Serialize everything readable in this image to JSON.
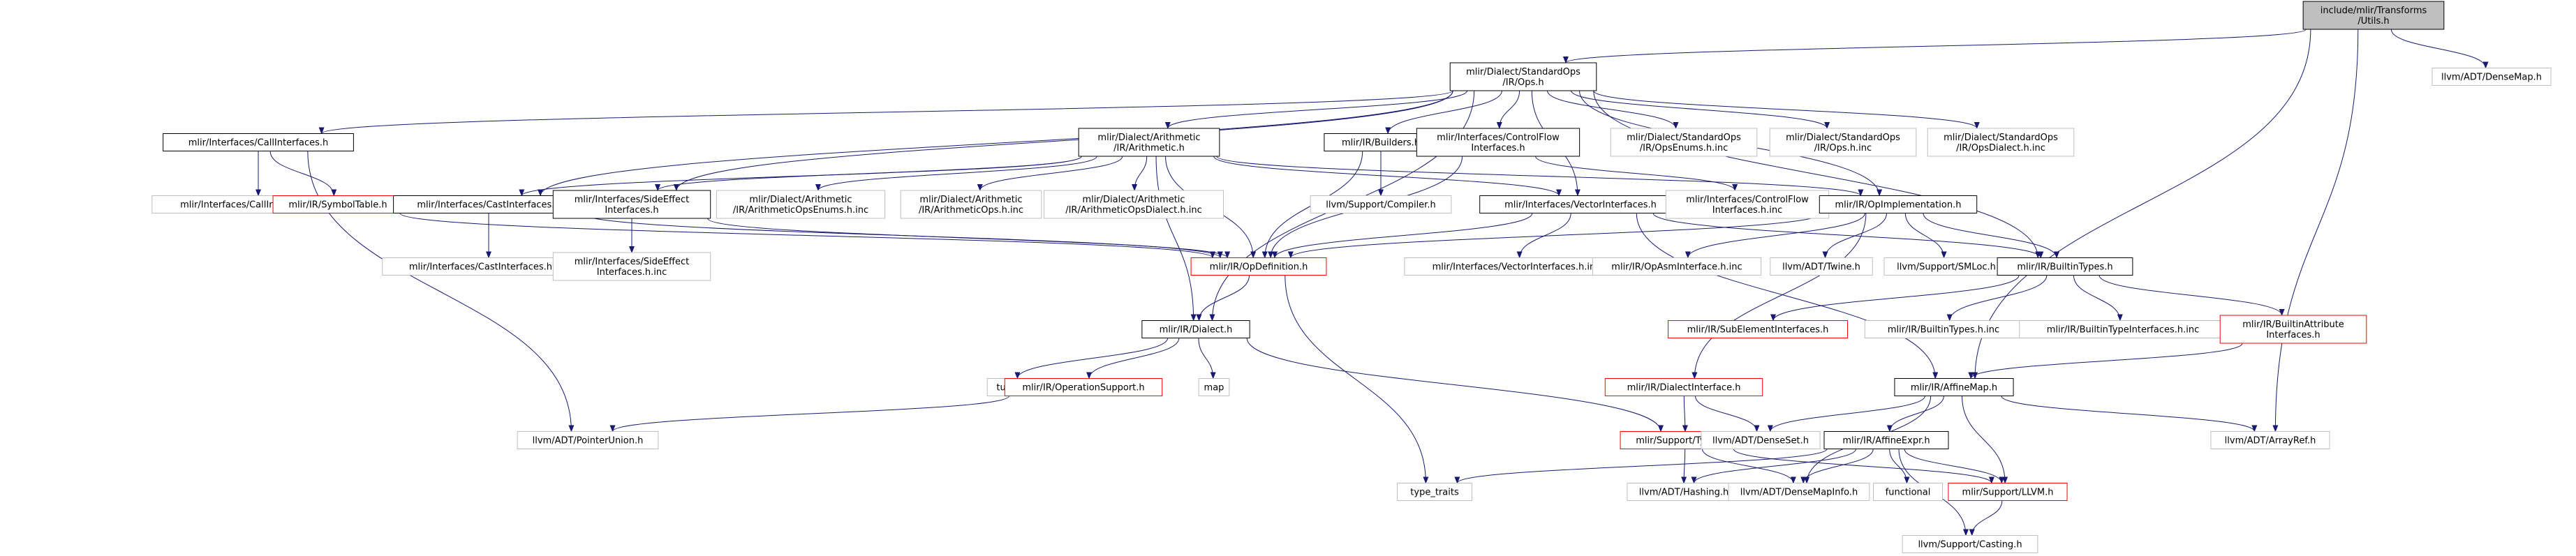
{
  "colors": {
    "edge": "#191970",
    "header_fill": "#bfbfbf",
    "solid_border": "#000000",
    "gray_border": "#bfbfbf",
    "red_border": "#ff0000",
    "text": "#000000",
    "background": "#ffffff"
  },
  "nodes": [
    {
      "id": "utils_h",
      "lines": [
        "include/mlir/Transforms",
        "/Utils.h"
      ],
      "style": "header"
    },
    {
      "id": "densemap",
      "lines": [
        "llvm/ADT/DenseMap.h"
      ],
      "style": "gray"
    },
    {
      "id": "ops_h",
      "lines": [
        "mlir/Dialect/StandardOps",
        "/IR/Ops.h"
      ],
      "style": "solid"
    },
    {
      "id": "callif",
      "lines": [
        "mlir/Interfaces/CallInterfaces.h"
      ],
      "style": "solid"
    },
    {
      "id": "arith_h",
      "lines": [
        "mlir/Dialect/Arithmetic",
        "/IR/Arithmetic.h"
      ],
      "style": "solid"
    },
    {
      "id": "builders",
      "lines": [
        "mlir/IR/Builders.h"
      ],
      "style": "solid"
    },
    {
      "id": "cfif",
      "lines": [
        "mlir/Interfaces/ControlFlow",
        "Interfaces.h"
      ],
      "style": "solid"
    },
    {
      "id": "opsenums_inc",
      "lines": [
        "mlir/Dialect/StandardOps",
        "/IR/OpsEnums.h.inc"
      ],
      "style": "gray"
    },
    {
      "id": "ops_inc",
      "lines": [
        "mlir/Dialect/StandardOps",
        "/IR/Ops.h.inc"
      ],
      "style": "gray"
    },
    {
      "id": "opsdialect_inc",
      "lines": [
        "mlir/Dialect/StandardOps",
        "/IR/OpsDialect.h.inc"
      ],
      "style": "gray"
    },
    {
      "id": "callif_inc",
      "lines": [
        "mlir/Interfaces/CallInterfaces.h.inc"
      ],
      "style": "gray"
    },
    {
      "id": "symtab",
      "lines": [
        "mlir/IR/SymbolTable.h"
      ],
      "style": "red"
    },
    {
      "id": "castif",
      "lines": [
        "mlir/Interfaces/CastInterfaces.h"
      ],
      "style": "solid"
    },
    {
      "id": "sideeff",
      "lines": [
        "mlir/Interfaces/SideEffect",
        "Interfaces.h"
      ],
      "style": "solid"
    },
    {
      "id": "arith_enums_inc",
      "lines": [
        "mlir/Dialect/Arithmetic",
        "/IR/ArithmeticOpsEnums.h.inc"
      ],
      "style": "gray"
    },
    {
      "id": "arith_ops_inc",
      "lines": [
        "mlir/Dialect/Arithmetic",
        "/IR/ArithmeticOps.h.inc"
      ],
      "style": "gray"
    },
    {
      "id": "arith_dialect_inc",
      "lines": [
        "mlir/Dialect/Arithmetic",
        "/IR/ArithmeticOpsDialect.h.inc"
      ],
      "style": "gray"
    },
    {
      "id": "compiler",
      "lines": [
        "llvm/Support/Compiler.h"
      ],
      "style": "gray"
    },
    {
      "id": "vecif",
      "lines": [
        "mlir/Interfaces/VectorInterfaces.h"
      ],
      "style": "solid"
    },
    {
      "id": "cfif_inc",
      "lines": [
        "mlir/Interfaces/ControlFlow",
        "Interfaces.h.inc"
      ],
      "style": "gray"
    },
    {
      "id": "opimpl",
      "lines": [
        "mlir/IR/OpImplementation.h"
      ],
      "style": "solid"
    },
    {
      "id": "castif_inc",
      "lines": [
        "mlir/Interfaces/CastInterfaces.h.inc"
      ],
      "style": "gray"
    },
    {
      "id": "sideeff_inc",
      "lines": [
        "mlir/Interfaces/SideEffect",
        "Interfaces.h.inc"
      ],
      "style": "gray"
    },
    {
      "id": "opdef",
      "lines": [
        "mlir/IR/OpDefinition.h"
      ],
      "style": "red"
    },
    {
      "id": "vecif_inc",
      "lines": [
        "mlir/Interfaces/VectorInterfaces.h.inc"
      ],
      "style": "gray"
    },
    {
      "id": "opasm_inc",
      "lines": [
        "mlir/IR/OpAsmInterface.h.inc"
      ],
      "style": "gray"
    },
    {
      "id": "twine",
      "lines": [
        "llvm/ADT/Twine.h"
      ],
      "style": "gray"
    },
    {
      "id": "smloc",
      "lines": [
        "llvm/Support/SMLoc.h"
      ],
      "style": "gray"
    },
    {
      "id": "builtintypes",
      "lines": [
        "mlir/IR/BuiltinTypes.h"
      ],
      "style": "solid"
    },
    {
      "id": "dialect",
      "lines": [
        "mlir/IR/Dialect.h"
      ],
      "style": "solid"
    },
    {
      "id": "subelem",
      "lines": [
        "mlir/IR/SubElementInterfaces.h"
      ],
      "style": "red"
    },
    {
      "id": "builtintypes_inc",
      "lines": [
        "mlir/IR/BuiltinTypes.h.inc"
      ],
      "style": "gray"
    },
    {
      "id": "builtintypeif_inc",
      "lines": [
        "mlir/IR/BuiltinTypeInterfaces.h.inc"
      ],
      "style": "gray"
    },
    {
      "id": "builtinattrif",
      "lines": [
        "mlir/IR/BuiltinAttribute",
        "Interfaces.h"
      ],
      "style": "red"
    },
    {
      "id": "tuple",
      "lines": [
        "tuple"
      ],
      "style": "gray"
    },
    {
      "id": "opsupport",
      "lines": [
        "mlir/IR/OperationSupport.h"
      ],
      "style": "red"
    },
    {
      "id": "map",
      "lines": [
        "map"
      ],
      "style": "gray"
    },
    {
      "id": "dialectif",
      "lines": [
        "mlir/IR/DialectInterface.h"
      ],
      "style": "red"
    },
    {
      "id": "affinemap",
      "lines": [
        "mlir/IR/AffineMap.h"
      ],
      "style": "solid"
    },
    {
      "id": "ptrunion",
      "lines": [
        "llvm/ADT/PointerUnion.h"
      ],
      "style": "gray"
    },
    {
      "id": "typeid",
      "lines": [
        "mlir/Support/TypeID.h"
      ],
      "style": "red"
    },
    {
      "id": "denseset",
      "lines": [
        "llvm/ADT/DenseSet.h"
      ],
      "style": "gray"
    },
    {
      "id": "affineexpr",
      "lines": [
        "mlir/IR/AffineExpr.h"
      ],
      "style": "solid"
    },
    {
      "id": "arrayref",
      "lines": [
        "llvm/ADT/ArrayRef.h"
      ],
      "style": "gray"
    },
    {
      "id": "typetraits",
      "lines": [
        "type_traits"
      ],
      "style": "gray"
    },
    {
      "id": "hashing",
      "lines": [
        "llvm/ADT/Hashing.h"
      ],
      "style": "gray"
    },
    {
      "id": "densemapinfo",
      "lines": [
        "llvm/ADT/DenseMapInfo.h"
      ],
      "style": "gray"
    },
    {
      "id": "functional",
      "lines": [
        "functional"
      ],
      "style": "gray"
    },
    {
      "id": "llvm_h",
      "lines": [
        "mlir/Support/LLVM.h"
      ],
      "style": "red"
    },
    {
      "id": "casting",
      "lines": [
        "llvm/Support/Casting.h"
      ],
      "style": "gray"
    }
  ],
  "edges": [
    [
      "utils_h",
      "ops_h"
    ],
    [
      "utils_h",
      "densemap"
    ],
    [
      "utils_h",
      "affinemap"
    ],
    [
      "utils_h",
      "arrayref"
    ],
    [
      "ops_h",
      "callif"
    ],
    [
      "ops_h",
      "castif"
    ],
    [
      "ops_h",
      "sideeff"
    ],
    [
      "ops_h",
      "arith_h"
    ],
    [
      "ops_h",
      "builders"
    ],
    [
      "ops_h",
      "cfif"
    ],
    [
      "ops_h",
      "vecif"
    ],
    [
      "ops_h",
      "opimpl"
    ],
    [
      "ops_h",
      "builtintypes"
    ],
    [
      "ops_h",
      "opsenums_inc"
    ],
    [
      "ops_h",
      "ops_inc"
    ],
    [
      "ops_h",
      "opsdialect_inc"
    ],
    [
      "ops_h",
      "dialect"
    ],
    [
      "callif",
      "callif_inc"
    ],
    [
      "callif",
      "symtab"
    ],
    [
      "callif",
      "ptrunion"
    ],
    [
      "symtab",
      "opdef"
    ],
    [
      "castif",
      "castif_inc"
    ],
    [
      "castif",
      "opdef"
    ],
    [
      "sideeff",
      "sideeff_inc"
    ],
    [
      "sideeff",
      "opdef"
    ],
    [
      "arith_h",
      "castif"
    ],
    [
      "arith_h",
      "sideeff"
    ],
    [
      "arith_h",
      "arith_enums_inc"
    ],
    [
      "arith_h",
      "arith_ops_inc"
    ],
    [
      "arith_h",
      "arith_dialect_inc"
    ],
    [
      "arith_h",
      "vecif"
    ],
    [
      "arith_h",
      "opimpl"
    ],
    [
      "arith_h",
      "dialect"
    ],
    [
      "arith_h",
      "opdef"
    ],
    [
      "builders",
      "compiler"
    ],
    [
      "builders",
      "opdef"
    ],
    [
      "cfif",
      "cfif_inc"
    ],
    [
      "cfif",
      "opdef"
    ],
    [
      "vecif",
      "vecif_inc"
    ],
    [
      "vecif",
      "opdef"
    ],
    [
      "vecif",
      "builtintypes"
    ],
    [
      "vecif",
      "affinemap"
    ],
    [
      "opimpl",
      "opdef"
    ],
    [
      "opimpl",
      "opasm_inc"
    ],
    [
      "opimpl",
      "twine"
    ],
    [
      "opimpl",
      "smloc"
    ],
    [
      "opimpl",
      "builtintypes"
    ],
    [
      "opimpl",
      "dialectif"
    ],
    [
      "opdef",
      "dialect"
    ],
    [
      "opdef",
      "typetraits"
    ],
    [
      "builtintypes",
      "subelem"
    ],
    [
      "builtintypes",
      "builtintypes_inc"
    ],
    [
      "builtintypes",
      "builtintypeif_inc"
    ],
    [
      "builtintypes",
      "builtinattrif"
    ],
    [
      "builtinattrif",
      "affinemap"
    ],
    [
      "dialect",
      "tuple"
    ],
    [
      "dialect",
      "opsupport"
    ],
    [
      "dialect",
      "map"
    ],
    [
      "dialect",
      "typeid"
    ],
    [
      "opsupport",
      "ptrunion"
    ],
    [
      "dialectif",
      "typeid"
    ],
    [
      "dialectif",
      "denseset"
    ],
    [
      "affinemap",
      "affineexpr"
    ],
    [
      "affinemap",
      "denseset"
    ],
    [
      "affinemap",
      "arrayref"
    ],
    [
      "affinemap",
      "llvm_h"
    ],
    [
      "affinemap",
      "densemapinfo"
    ],
    [
      "typeid",
      "hashing"
    ],
    [
      "typeid",
      "densemapinfo"
    ],
    [
      "typeid",
      "llvm_h"
    ],
    [
      "affineexpr",
      "llvm_h"
    ],
    [
      "affineexpr",
      "typetraits"
    ],
    [
      "affineexpr",
      "hashing"
    ],
    [
      "affineexpr",
      "densemapinfo"
    ],
    [
      "affineexpr",
      "functional"
    ],
    [
      "affineexpr",
      "casting"
    ],
    [
      "llvm_h",
      "casting"
    ]
  ]
}
